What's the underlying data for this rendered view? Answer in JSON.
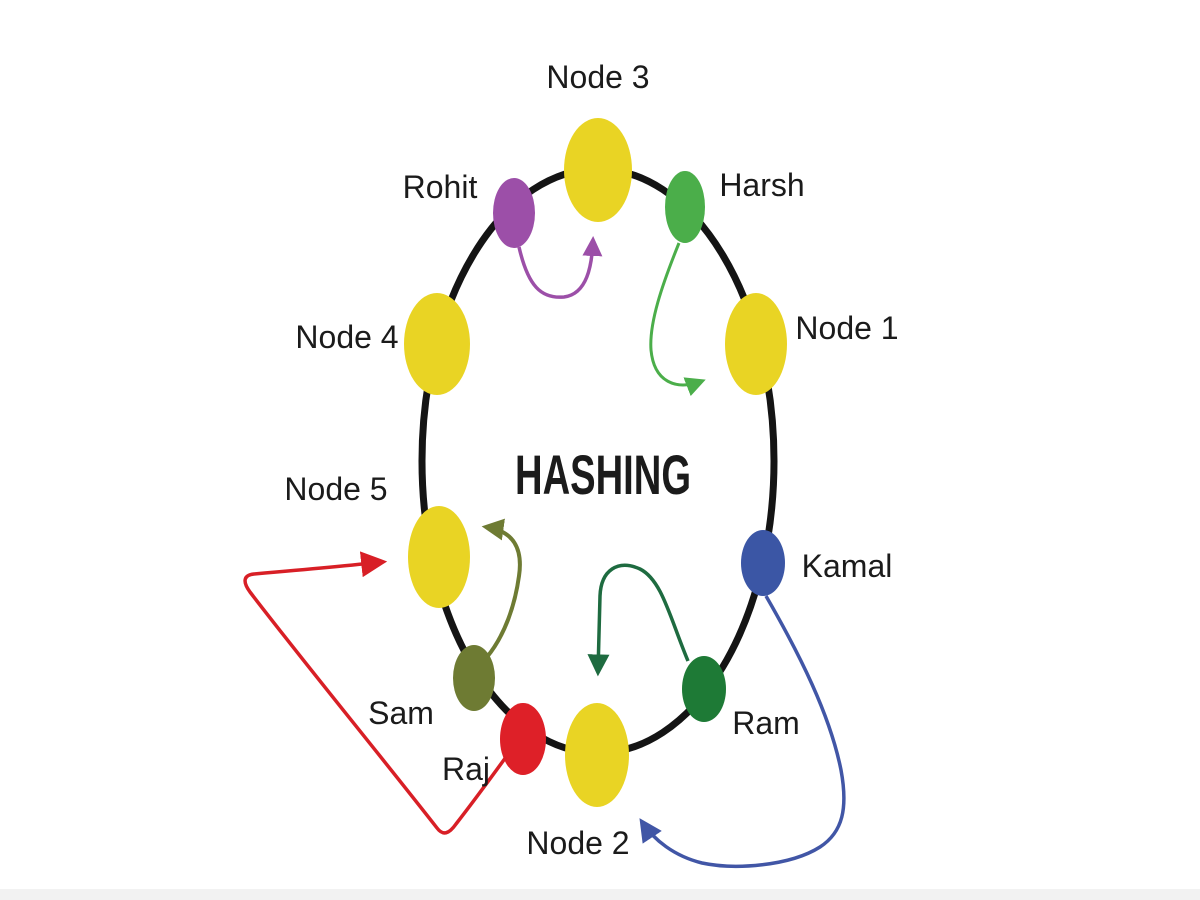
{
  "diagram": {
    "title": "HASHING",
    "nodes": [
      {
        "label": "Node 1"
      },
      {
        "label": "Node 2"
      },
      {
        "label": "Node 3"
      },
      {
        "label": "Node 4"
      },
      {
        "label": "Node 5"
      }
    ],
    "keys": [
      {
        "label": "Rohit",
        "color": "#9C4FA8",
        "maps_to": "Node 3"
      },
      {
        "label": "Harsh",
        "color": "#4BAE4A",
        "maps_to": "Node 1"
      },
      {
        "label": "Kamal",
        "color": "#3B56A5",
        "maps_to": "Node 2"
      },
      {
        "label": "Ram",
        "color": "#1E7A36",
        "maps_to": "Node 2"
      },
      {
        "label": "Sam",
        "color": "#6E7B33",
        "maps_to": "Node 5"
      },
      {
        "label": "Raj",
        "color": "#DE2028",
        "maps_to": "Node 5"
      }
    ],
    "colors": {
      "background": "#FFFFFF",
      "ring": "#141414",
      "node_fill": "#E9D424",
      "label_text": "#1B1B1B",
      "title_text": "#1B1B1B",
      "arrow_rohit": "#9C4FA8",
      "arrow_harsh": "#4BAE4A",
      "arrow_kamal": "#4156A6",
      "arrow_ram": "#1E6B40",
      "arrow_sam": "#6E7B33",
      "arrow_raj": "#D81F26",
      "edge_strip": "#F2F2F2"
    }
  }
}
